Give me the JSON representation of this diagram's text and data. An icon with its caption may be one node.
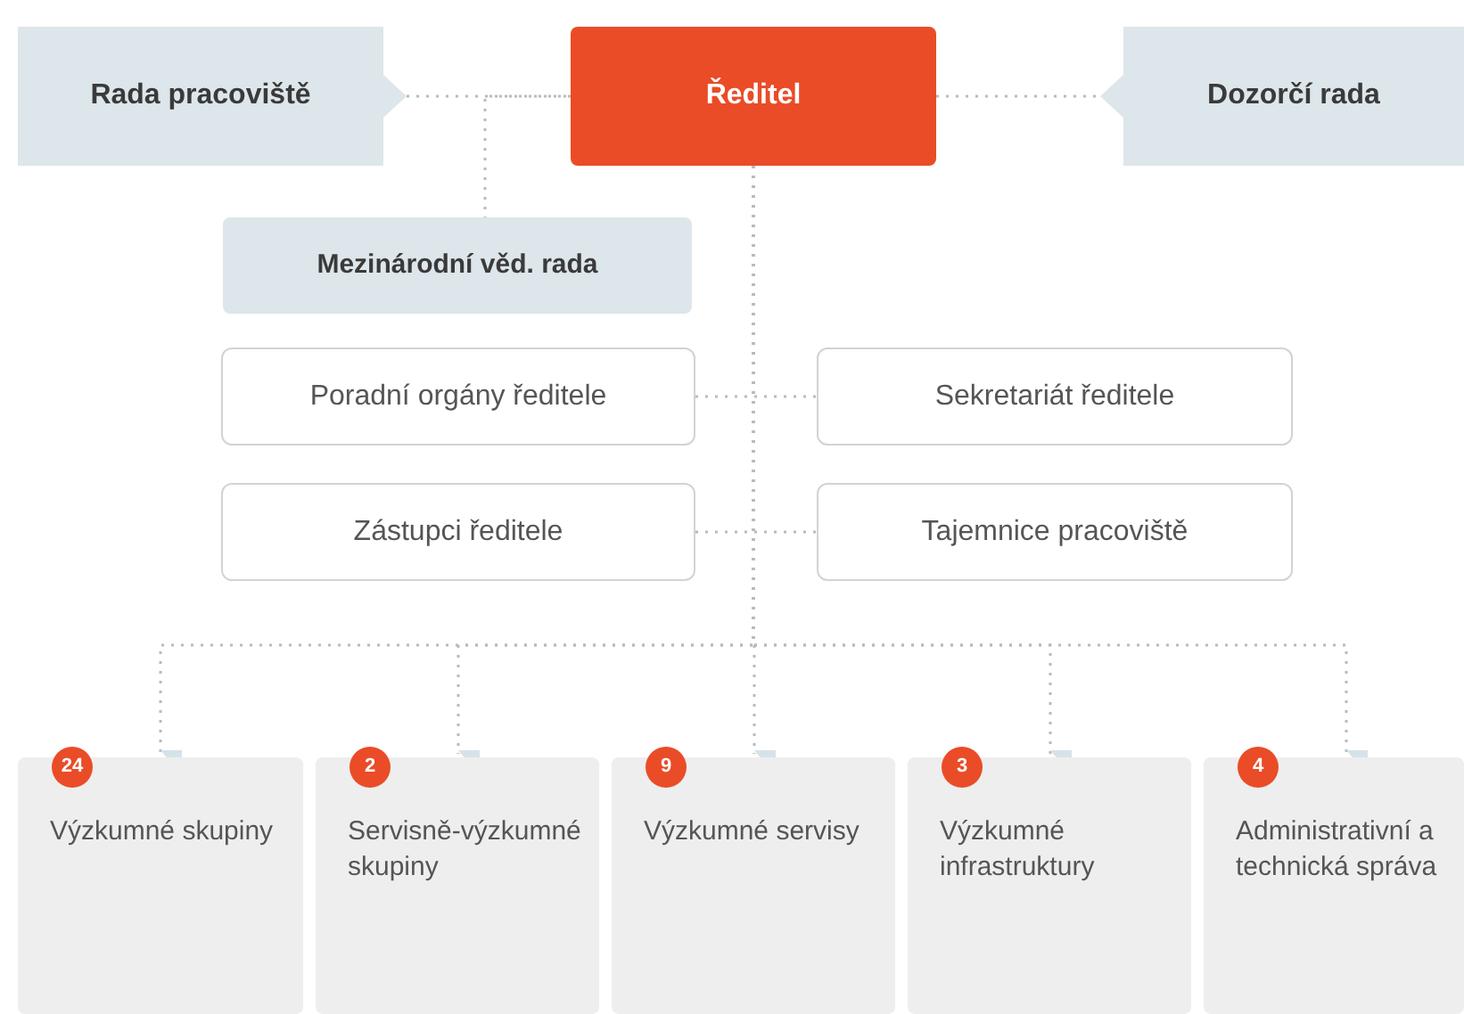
{
  "diagram": {
    "nodes": [
      {
        "text": [
          "Ředitel"
        ]
      },
      {
        "text": [
          "Rada pracoviště"
        ]
      },
      {
        "text": [
          "Dozorčí rada"
        ]
      },
      {
        "text": [
          "Mezinárodní věd. rada"
        ]
      },
      {
        "text": [
          "Poradní orgány ředitele"
        ]
      },
      {
        "text": [
          "Sekretariát ředitele"
        ]
      },
      {
        "text": [
          "Zástupci ředitele"
        ]
      },
      {
        "text": [
          "Tajemnice pracoviště"
        ]
      },
      {
        "text": [
          "24",
          "Výzkumné skupiny"
        ]
      },
      {
        "text": [
          "2",
          "Servisně-výzkumné skupiny"
        ]
      },
      {
        "text": [
          "9",
          "Výzkumné servisy"
        ]
      },
      {
        "text": [
          "3",
          "Výzkumné infrastruktury"
        ]
      },
      {
        "text": [
          "4",
          "Administrativní a technická správa"
        ]
      }
    ],
    "edges": [
      {
        "from": 1,
        "to": 0,
        "arrow": "none"
      },
      {
        "from": 0,
        "to": 2,
        "arrow": "none"
      },
      {
        "from": 0,
        "to": 3,
        "arrow": "none"
      },
      {
        "from": 4,
        "to": 5,
        "arrow": "none"
      },
      {
        "from": 6,
        "to": 7,
        "arrow": "none"
      },
      {
        "from": 0,
        "to": 8,
        "arrow": "to"
      },
      {
        "from": 0,
        "to": 9,
        "arrow": "to"
      },
      {
        "from": 0,
        "to": 10,
        "arrow": "to"
      },
      {
        "from": 0,
        "to": 11,
        "arrow": "to"
      },
      {
        "from": 0,
        "to": 12,
        "arrow": "to"
      }
    ]
  }
}
